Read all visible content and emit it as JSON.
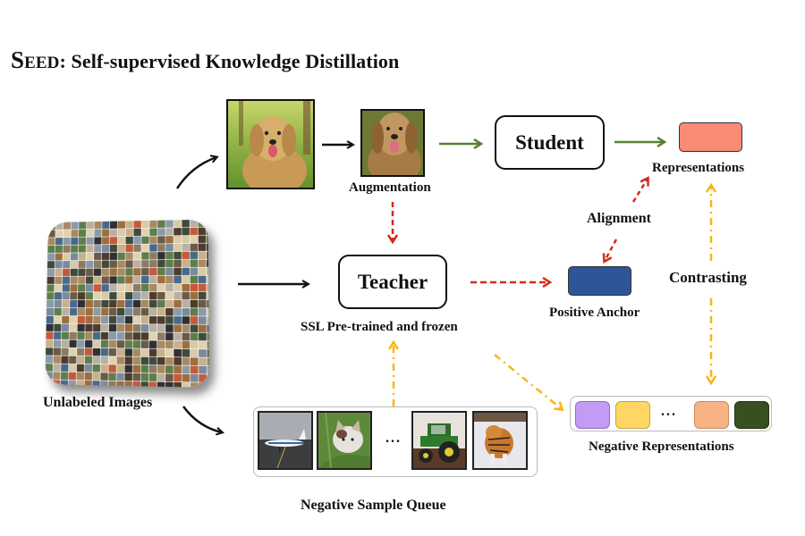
{
  "title": {
    "first_letter": "S",
    "acronym_rest": "EED",
    "rest": ": Self-supervised Knowledge Distillation"
  },
  "nodes": {
    "student": "Student",
    "teacher": "Teacher"
  },
  "labels": {
    "augmentation": "Augmentation",
    "representations": "Representations",
    "alignment": "Alignment",
    "contrasting": "Contrasting",
    "positive_anchor": "Positive Anchor",
    "teacher_note": "SSL Pre-trained and frozen",
    "unlabeled_images": "Unlabeled Images",
    "negative_representations": "Negative Representations",
    "negative_sample_queue": "Negative Sample Queue",
    "ellipsis": "..."
  },
  "images": {
    "original": "golden-retriever-photo",
    "augmented": "augmented-golden-retriever-photo",
    "mosaic": "unlabeled-image-mosaic",
    "queue": [
      "airplane-photo",
      "cat-photo",
      "tractor-photo",
      "tiger-photo"
    ]
  },
  "colors": {
    "student_representation": "#f98b74",
    "positive_anchor": "#2e5597",
    "negative_representations": [
      "#c39bf4",
      "#fdd663",
      "#f8b384",
      "#38501f"
    ],
    "green_arrow": "#558134",
    "red_dashed_arrow": "#d42a1c",
    "yellow_dashdot_arrow": "#f8b517"
  }
}
